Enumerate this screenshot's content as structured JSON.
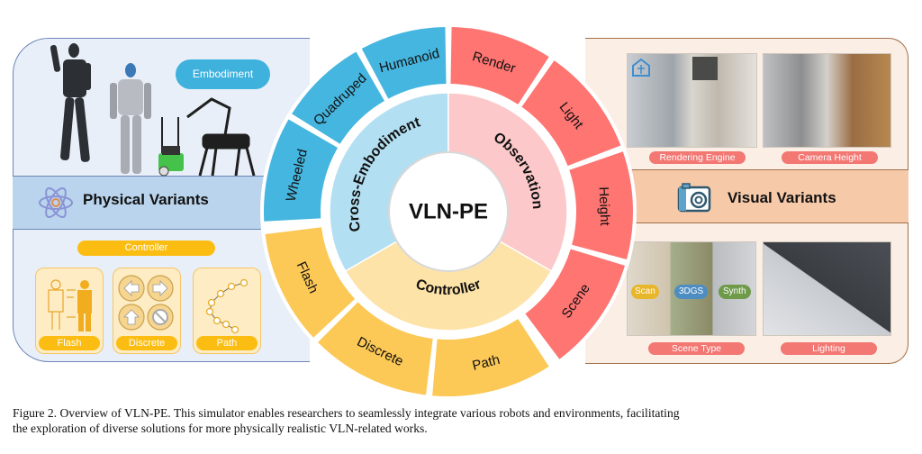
{
  "center": {
    "title": "VLN-PE"
  },
  "inner_ring": [
    {
      "label": "Cross-Embodiment",
      "color": "#b2dff1"
    },
    {
      "label": "Observation",
      "color": "#fcc8c9"
    },
    {
      "label": "Controller",
      "color": "#fde3a8"
    }
  ],
  "outer_ring": [
    {
      "label": "Render",
      "group": "Observation",
      "color": "#fe7572"
    },
    {
      "label": "Light",
      "group": "Observation",
      "color": "#fe7572"
    },
    {
      "label": "Height",
      "group": "Observation",
      "color": "#fe7572"
    },
    {
      "label": "Scene",
      "group": "Observation",
      "color": "#fe7572"
    },
    {
      "label": "Path",
      "group": "Controller",
      "color": "#fcc856"
    },
    {
      "label": "Discrete",
      "group": "Controller",
      "color": "#fcc856"
    },
    {
      "label": "Flash",
      "group": "Controller",
      "color": "#fcc856"
    },
    {
      "label": "Wheeled",
      "group": "Cross-Embodiment",
      "color": "#45b6df"
    },
    {
      "label": "Quadruped",
      "group": "Cross-Embodiment",
      "color": "#45b6df"
    },
    {
      "label": "Humanoid",
      "group": "Cross-Embodiment",
      "color": "#45b6df"
    }
  ],
  "left_panel": {
    "title": "Physical Variants",
    "embodiment_label": "Embodiment",
    "controller_label": "Controller",
    "cards": [
      {
        "label": "Flash"
      },
      {
        "label": "Discrete"
      },
      {
        "label": "Path"
      }
    ]
  },
  "right_panel": {
    "title": "Visual Variants",
    "images": [
      {
        "label": "Rendering Engine"
      },
      {
        "label": "Camera Height"
      },
      {
        "label": "Scene Type",
        "tags": [
          "Scan",
          "3DGS",
          "Synth"
        ]
      },
      {
        "label": "Lighting"
      }
    ]
  },
  "caption": {
    "line1": "Figure 2.  Overview of VLN-PE. This simulator enables researchers to seamlessly integrate various robots and environments, facilitating",
    "line2": "the exploration of diverse solutions for more physically realistic VLN-related works."
  }
}
